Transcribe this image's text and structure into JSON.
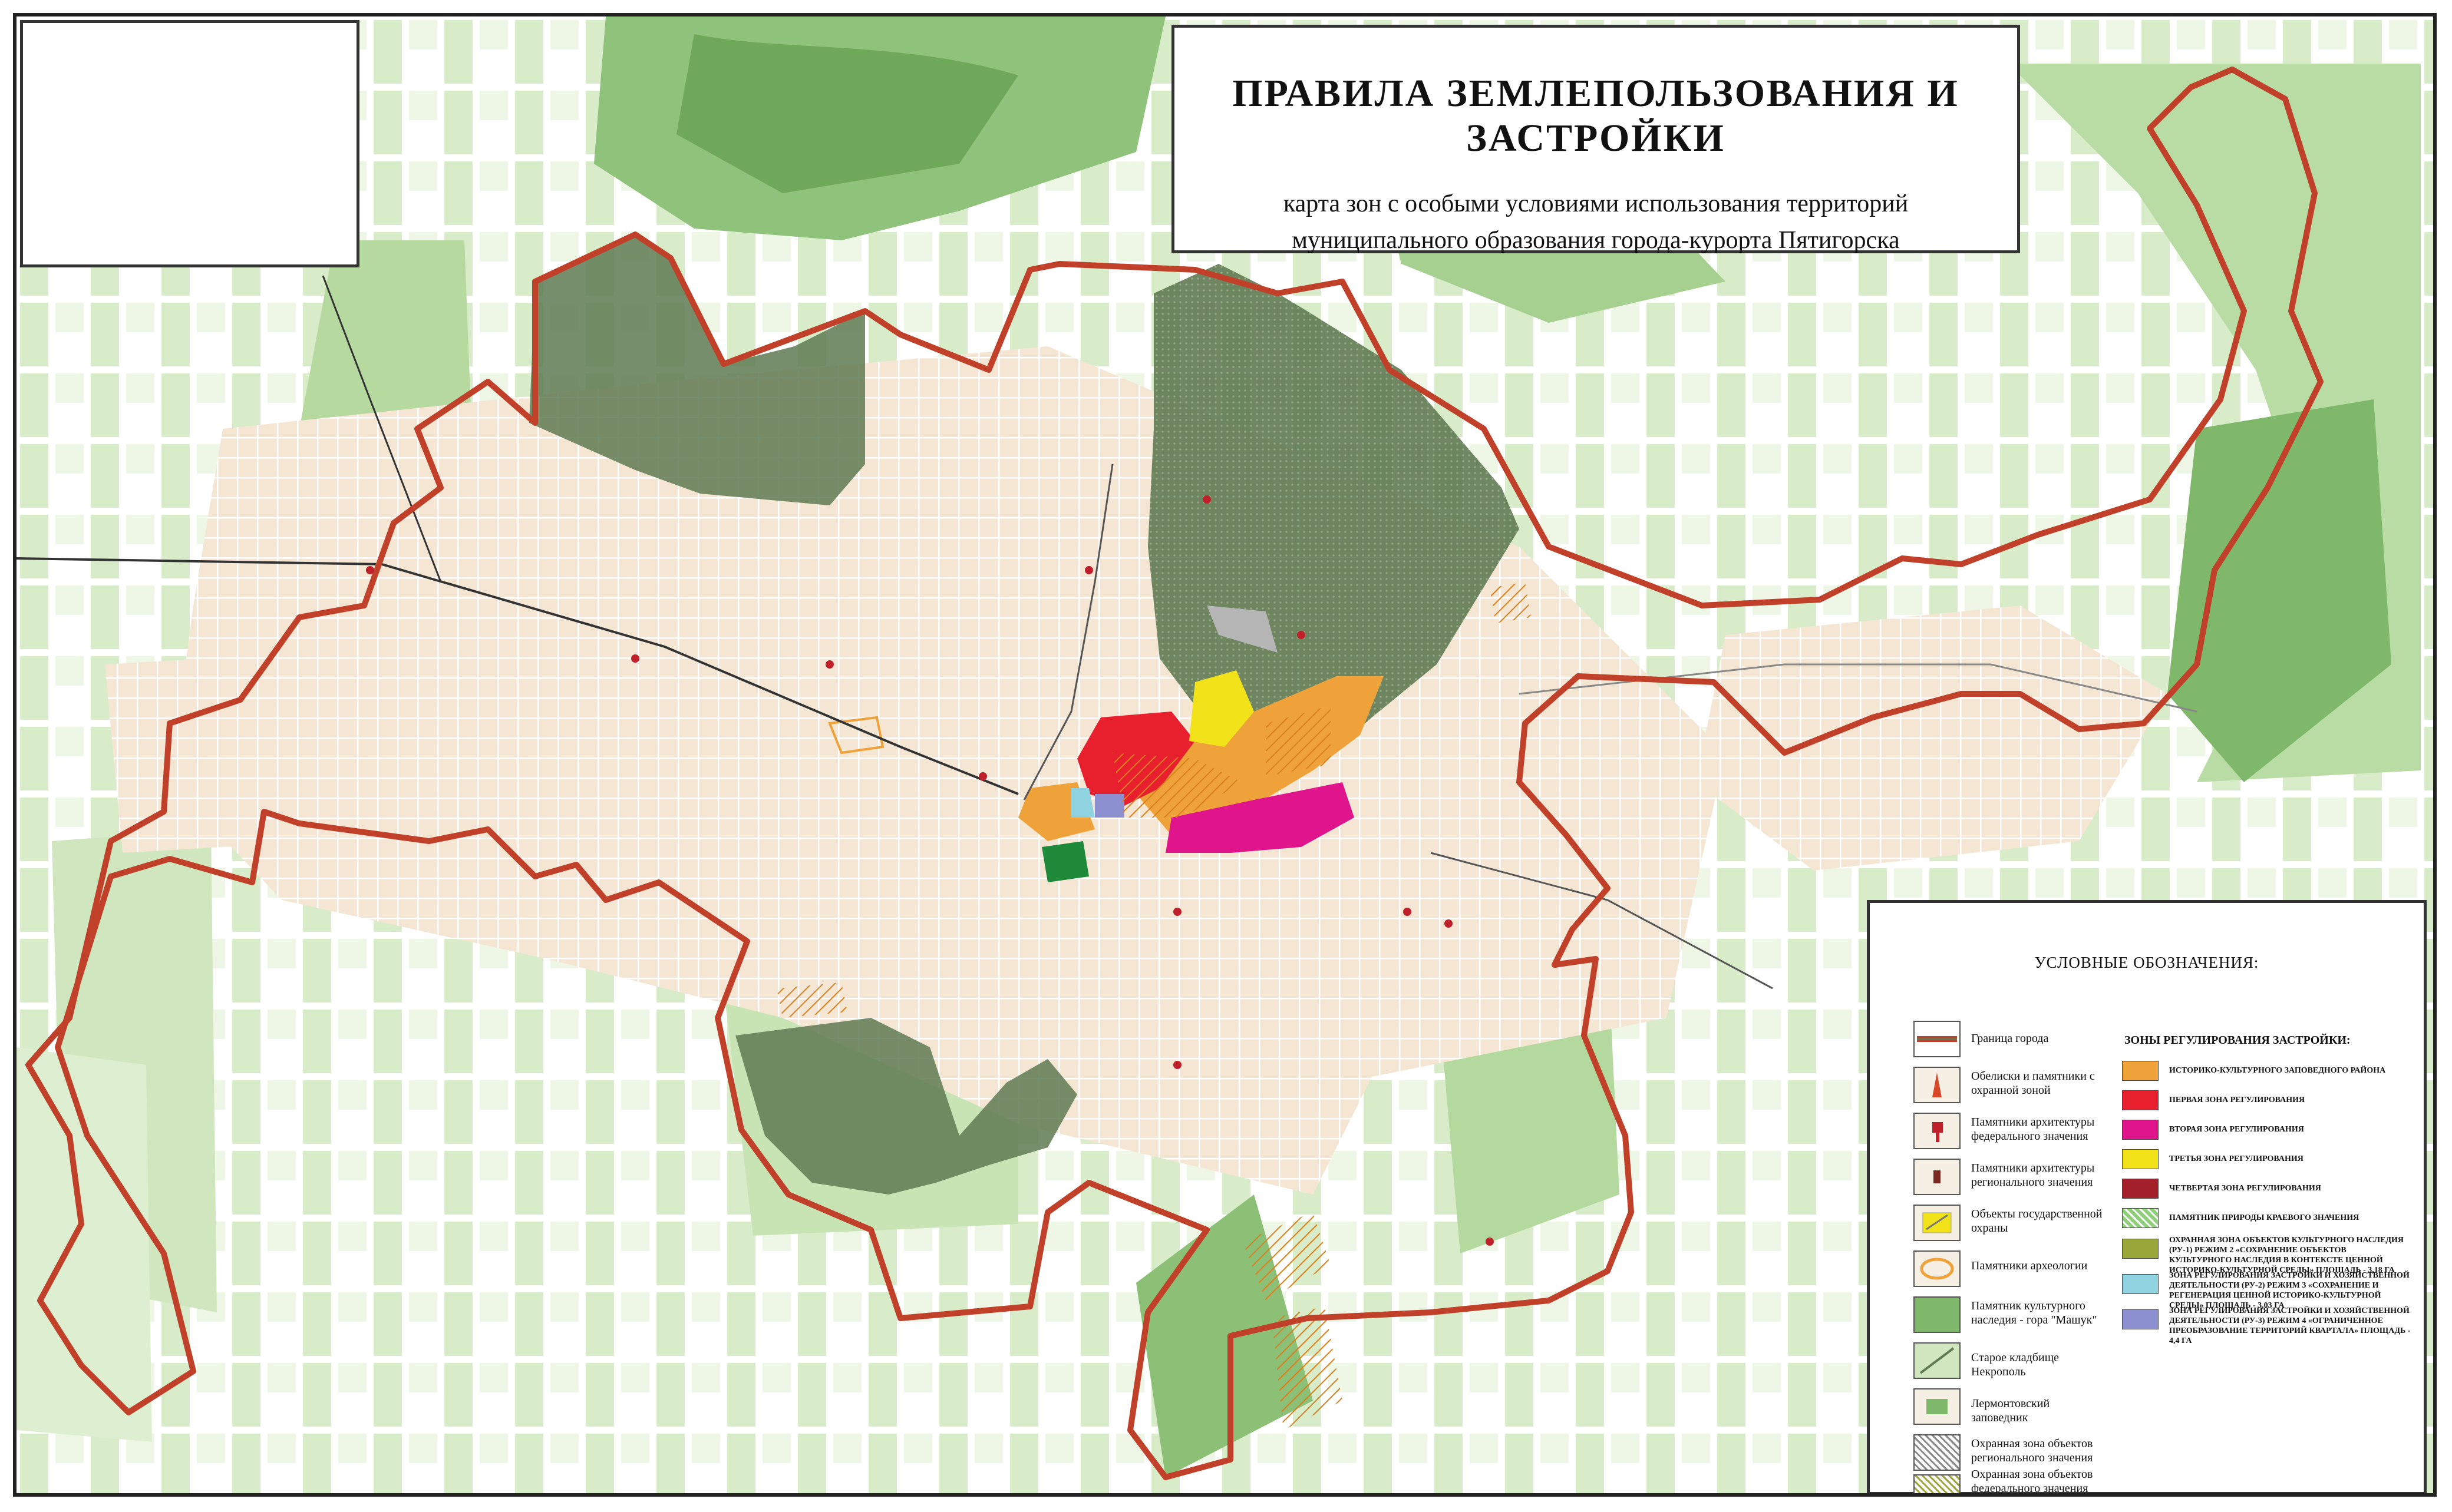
{
  "title": {
    "main": "ПРАВИЛА ЗЕМЛЕПОЛЬЗОВАНИЯ И ЗАСТРОЙКИ",
    "sub_line1": "карта зон с особыми условиями использования территорий",
    "sub_line2": "муниципального образования города-курорта Пятигорска"
  },
  "legend": {
    "title": "УСЛОВНЫЕ ОБОЗНАЧЕНИЯ:",
    "left_items": [
      {
        "label": "Граница города",
        "icon": "city-border-line"
      },
      {
        "label": "Обелиски и памятники с охранной зоной",
        "icon": "obelisk-icon"
      },
      {
        "label": "Памятники архитектуры федерального значения",
        "icon": "federal-monument-icon"
      },
      {
        "label": "Памятники архитектуры регионального значения",
        "icon": "regional-monument-icon"
      },
      {
        "label": "Объекты государственной охраны",
        "icon": "state-protection-icon"
      },
      {
        "label": "Памятники археологии",
        "icon": "archaeology-icon"
      },
      {
        "label": "Памятник культурного наследия - гора \"Машук\"",
        "icon": "mashuk-icon"
      },
      {
        "label": "Старое кладбище Некрополь",
        "icon": "cemetery-icon"
      },
      {
        "label": "Лермонтовский заповедник",
        "icon": "reserve-icon"
      },
      {
        "label": "Охранная зона объектов регионального значения",
        "icon": "regional-zone-hatch"
      },
      {
        "label": "Охранная зона объектов федерального значения",
        "icon": "federal-zone-hatch"
      }
    ],
    "zones_title": "ЗОНЫ РЕГУЛИРОВАНИЯ ЗАСТРОЙКИ:",
    "zone_items": [
      {
        "label": "ИСТОРИКО-КУЛЬТУРНОГО ЗАПОВЕДНОГО РАЙОНА",
        "color": "#f0a23a"
      },
      {
        "label": "ПЕРВАЯ ЗОНА РЕГУЛИРОВАНИЯ",
        "color": "#e8202e"
      },
      {
        "label": "ВТОРАЯ ЗОНА РЕГУЛИРОВАНИЯ",
        "color": "#e0158c"
      },
      {
        "label": "ТРЕТЬЯ ЗОНА РЕГУЛИРОВАНИЯ",
        "color": "#f2e21a"
      },
      {
        "label": "ЧЕТВЕРТАЯ ЗОНА РЕГУЛИРОВАНИЯ",
        "color": "#a3202a"
      },
      {
        "label": "ПАМЯТНИК ПРИРОДЫ КРАЕВОГО ЗНАЧЕНИЯ",
        "color": "#8fcf7a"
      },
      {
        "label": "ОХРАННАЯ ЗОНА ОБЪЕКТОВ КУЛЬТУРНОГО НАСЛЕДИЯ (РУ-1) РЕЖИМ 2 «СОХРАНЕНИЕ ОБЪЕКТОВ КУЛЬТУРНОГО НАСЛЕДИЯ В КОНТЕКСТЕ ЦЕННОЙ ИСТОРИКО-КУЛЬТУРНОЙ СРЕДЫ» ПЛОЩАДЬ - 3,18 ГА",
        "color": "#9aa63a"
      },
      {
        "label": "ЗОНА РЕГУЛИРОВАНИЯ ЗАСТРОЙКИ И ХОЗЯЙСТВЕННОЙ ДЕЯТЕЛЬНОСТИ (РУ-2) РЕЖИМ 3 «СОХРАНЕНИЕ И РЕГЕНЕРАЦИЯ ЦЕННОЙ ИСТОРИКО-КУЛЬТУРНОЙ СРЕДЫ» ПЛОЩАДЬ - 3,03 ГА",
        "color": "#8fd3e0"
      },
      {
        "label": "ЗОНА РЕГУЛИРОВАНИЯ ЗАСТРОЙКИ И ХОЗЯЙСТВЕННОЙ ДЕЯТЕЛЬНОСТИ (РУ-3) РЕЖИМ 4 «ОГРАНИЧЕННОЕ ПРЕОБРАЗОВАНИЕ ТЕРРИТОРИЙ КВАРТАЛА» ПЛОЩАДЬ - 4,4 ГА",
        "color": "#8c8fd0"
      }
    ]
  },
  "colors": {
    "background": "#fbf6ee",
    "urban": "#f2e3cf",
    "forest": "#7fb86a",
    "forest_light": "#cfe6bf",
    "protected": "#5f7a52",
    "border": "#c0402a",
    "railway": "#333333"
  }
}
